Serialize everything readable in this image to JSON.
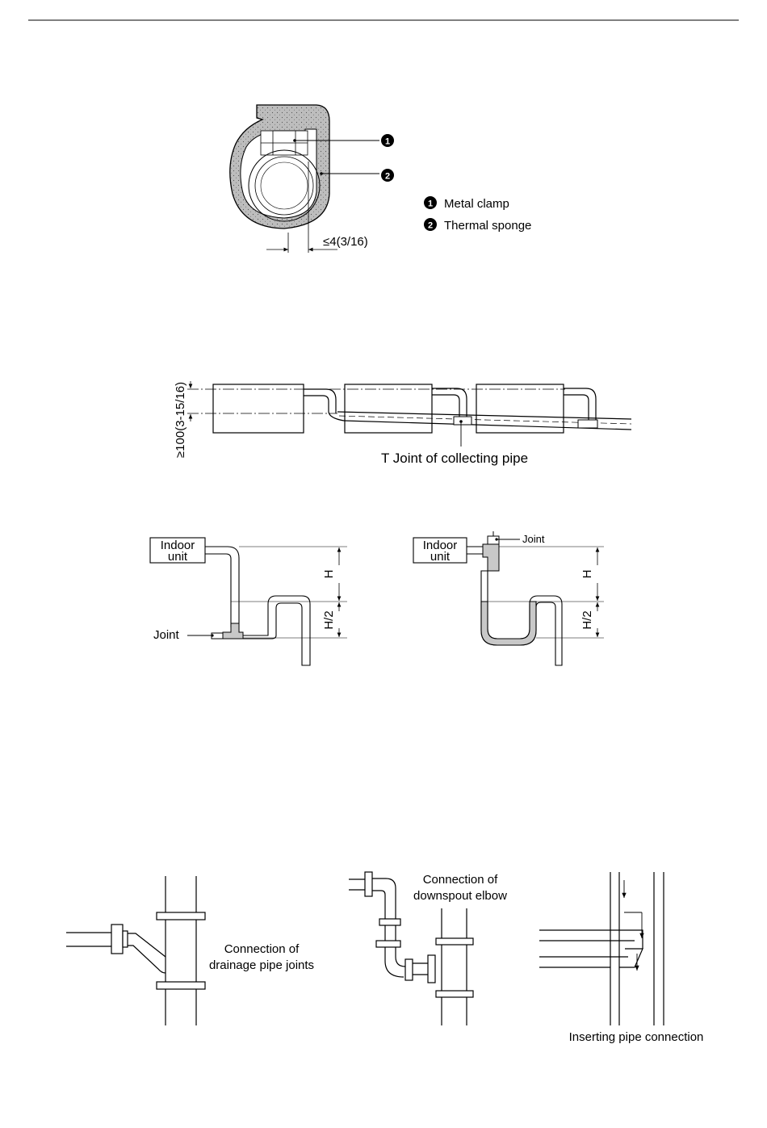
{
  "fig1": {
    "callout1": "1",
    "callout2": "2",
    "dimension": "≤4(3/16)",
    "legend": [
      {
        "num": "1",
        "label": "Metal clamp"
      },
      {
        "num": "2",
        "label": "Thermal sponge"
      }
    ]
  },
  "fig2": {
    "height_label": "≥100(3-15/16)",
    "tee_label": "T  Joint of collecting pipe"
  },
  "fig3": {
    "left": {
      "unit_line1": "Indoor",
      "unit_line2": "unit",
      "joint": "Joint",
      "h": "H",
      "h2": "H/2"
    },
    "right": {
      "unit_line1": "Indoor",
      "unit_line2": "unit",
      "joint": "Joint",
      "h": "H",
      "h2": "H/2"
    }
  },
  "fig4": {
    "drain_line1": "Connection of",
    "drain_line2": "drainage pipe joints",
    "elbow_line1": "Connection of",
    "elbow_line2": "downspout elbow",
    "insert": "Inserting pipe connection"
  }
}
